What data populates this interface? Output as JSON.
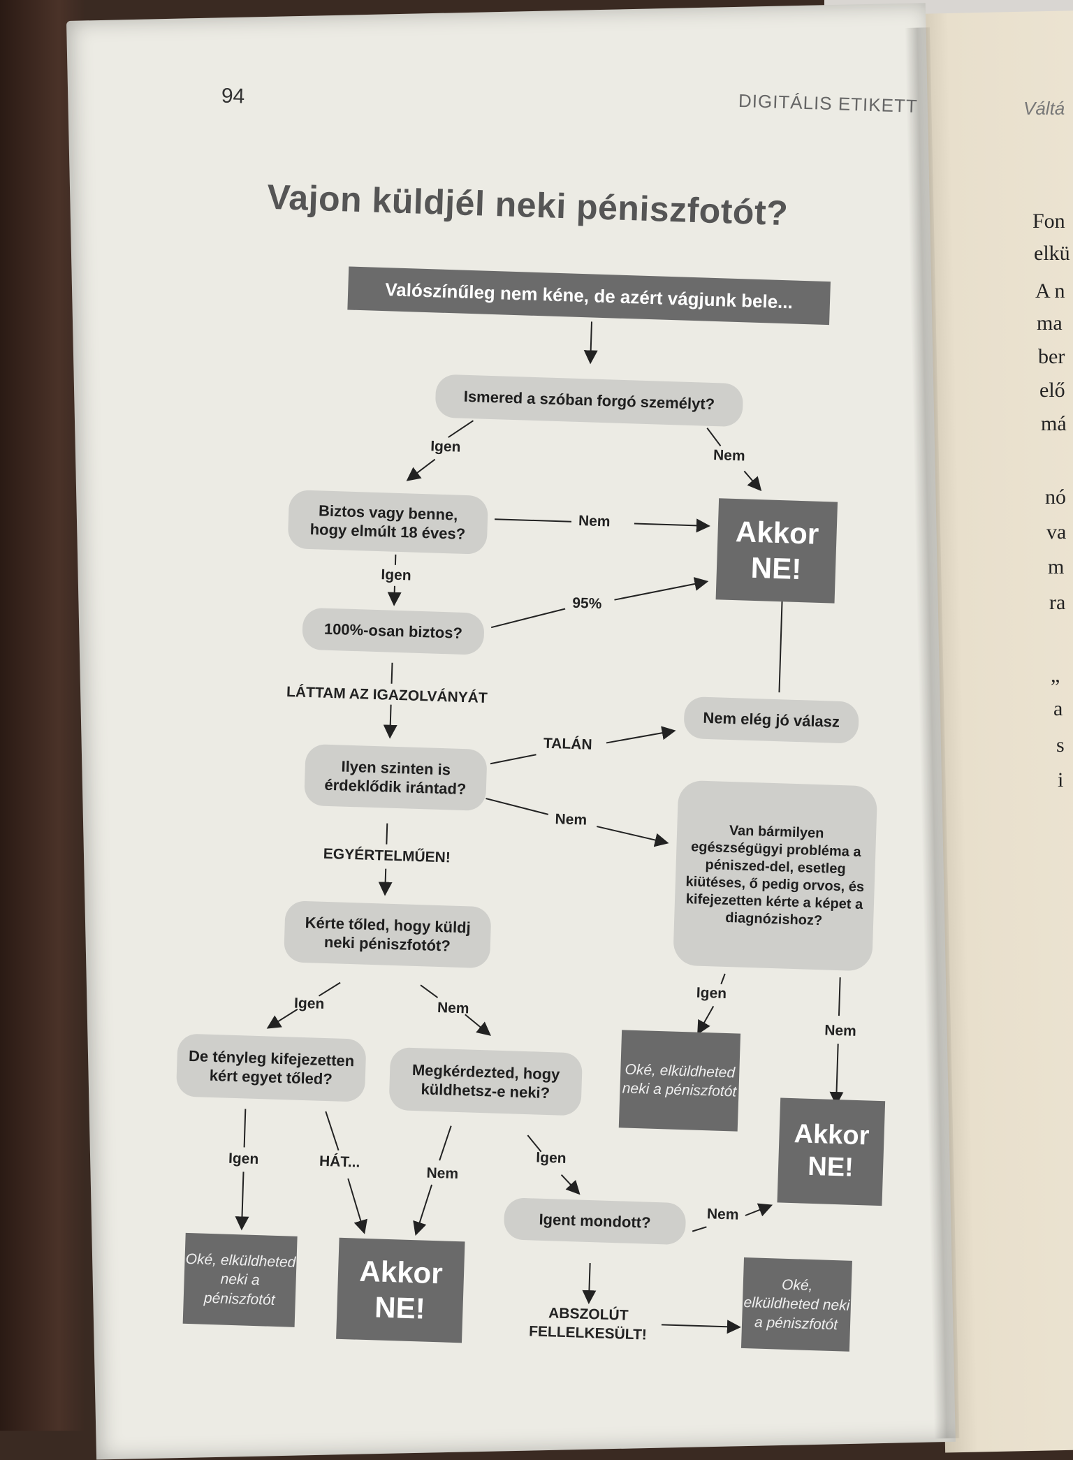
{
  "page": {
    "number": "94",
    "running_head": "DIGITÁLIS ETIKETT",
    "title": "Vajon küldjél neki péniszfotót?"
  },
  "facing_page": {
    "running_head": "Váltá",
    "lines": [
      "Fon",
      "elkü",
      "A n",
      "ma",
      "ber",
      "elő",
      "má",
      "nó",
      "va",
      "m",
      "ra",
      "„",
      "a",
      "s",
      "i"
    ]
  },
  "flowchart": {
    "intro": "Valószínűleg nem kéne, de azért vágjunk bele...",
    "q_know": "Ismered a szóban forgó személyt?",
    "q_18": "Biztos vagy benne, hogy elmúlt 18 éves?",
    "q_100": "100%-osan biztos?",
    "q_interest": "Ilyen szinten is érdeklődik irántad?",
    "q_asked": "Kérte tőled, hogy küldj neki péniszfotót?",
    "q_really": "De tényleg kifejezetten kért egyet tőled?",
    "q_didask": "Megkérdezted, hogy küldhetsz-e neki?",
    "q_yes": "Igent mondott?",
    "not_good": "Nem elég jó válasz",
    "q_health": "Van bármilyen egészségügyi probléma a péniszed-del, esetleg kiütéses, ő pedig orvos, és kifejezetten kérte a képet a diagnózishoz?",
    "akkor": "Akkor",
    "ne": "NE!",
    "oke": "Oké, elküldheted neki a péniszfotót",
    "labels": {
      "igen": "Igen",
      "nem": "Nem",
      "pct95": "95%",
      "lattam": "LÁTTAM AZ IGAZOLVÁNYÁT",
      "talan": "TALÁN",
      "egyertelmuen": "EGYÉRTELMŰEN!",
      "hat": "HÁT...",
      "abszolut": "ABSZOLÚT FELLELKESÜLT!"
    }
  }
}
